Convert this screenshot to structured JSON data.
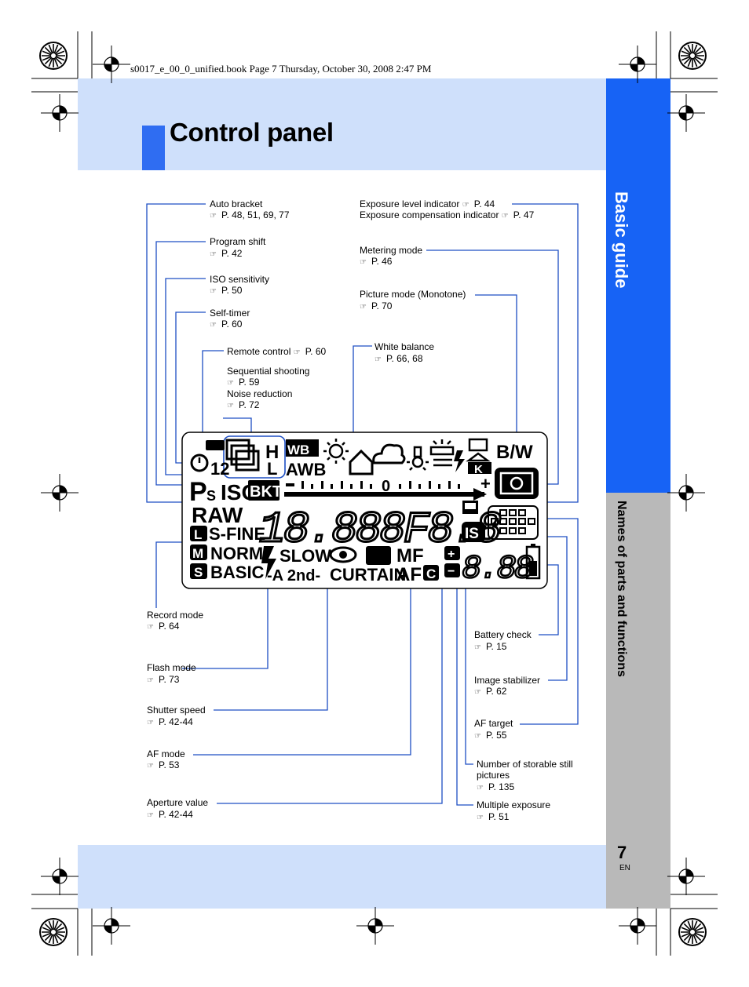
{
  "header": {
    "book_line": "s0017_e_00_0_unified.book  Page 7  Thursday, October 30, 2008  2:47 PM",
    "title": "Control panel"
  },
  "side_tabs": {
    "basic_guide": "Basic guide",
    "names_of_parts": "Names of parts and functions"
  },
  "footer": {
    "page_number": "7",
    "language": "EN"
  },
  "ref_icon": "book-reference-icon",
  "labels": {
    "auto_bracket": {
      "name": "Auto bracket",
      "ref": "P. 48, 51, 69, 77"
    },
    "program_shift": {
      "name": "Program shift",
      "ref": "P. 42"
    },
    "iso_sensitivity": {
      "name": "ISO sensitivity",
      "ref": "P. 50"
    },
    "self_timer": {
      "name": "Self-timer",
      "ref": "P. 60"
    },
    "remote_control": {
      "name": "Remote control",
      "ref": "P. 60"
    },
    "sequential_shooting": {
      "name": "Sequential shooting",
      "ref": "P. 59"
    },
    "noise_reduction": {
      "name": "Noise reduction",
      "ref": "P. 72"
    },
    "white_balance": {
      "name": "White balance",
      "ref": "P. 66, 68"
    },
    "exposure_level": {
      "name": "Exposure level indicator",
      "ref": "P. 44"
    },
    "exposure_comp": {
      "name": "Exposure compensation indicator",
      "ref": "P. 47"
    },
    "metering_mode": {
      "name": "Metering mode",
      "ref": "P. 46"
    },
    "picture_mode": {
      "name": "Picture mode (Monotone)",
      "ref": "P. 70"
    },
    "record_mode": {
      "name": "Record mode",
      "ref": "P. 64"
    },
    "flash_mode": {
      "name": "Flash mode",
      "ref": "P. 73"
    },
    "shutter_speed": {
      "name": "Shutter speed",
      "ref": "P. 42-44"
    },
    "af_mode": {
      "name": "AF mode",
      "ref": "P. 53"
    },
    "aperture_value": {
      "name": "Aperture value",
      "ref": "P. 42-44"
    },
    "battery_check": {
      "name": "Battery check",
      "ref": "P. 15"
    },
    "image_stabilizer": {
      "name": "Image stabilizer",
      "ref": "P. 62"
    },
    "af_target": {
      "name": "AF target",
      "ref": "P. 55"
    },
    "storable_pictures": {
      "name": "Number of storable still",
      "name2": "pictures",
      "ref": "P. 135"
    },
    "multiple_exposure": {
      "name": "Multiple exposure",
      "ref": "P. 51"
    }
  },
  "lcd": {
    "ps": "P",
    "ps_small": "S",
    "iso": "ISO",
    "bkt": "BKT",
    "raw": "RAW",
    "sfine": "S-FINE",
    "norm": "NORM",
    "basic": "BASIC",
    "l": "L",
    "m": "M",
    "s": "S",
    "big_digits": "18.888F8.8",
    "counter": "8.88",
    "slow": "SLOW",
    "a2nd": "-A 2nd-",
    "curtain": "CURTAIN",
    "mf": "MF",
    "af": "AF",
    "c": "C",
    "wb": "WB",
    "awb": "AWB",
    "bw": "B/W",
    "k": "K",
    "h": "H",
    "lsmall": "L",
    "twelve": "12",
    "zero": "0",
    "is": "IS",
    "plus": "+",
    "minus": "−"
  }
}
